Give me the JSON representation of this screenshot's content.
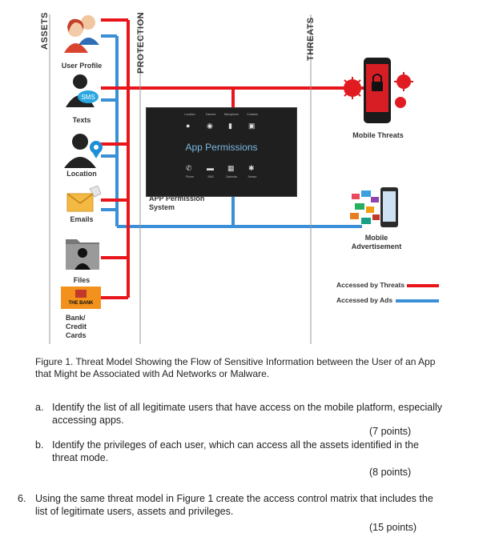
{
  "diagram": {
    "column_labels": {
      "assets": "ASSETS",
      "protection": "PROTECTION",
      "threats": "THREATS"
    },
    "assets": [
      {
        "label": "User Profile",
        "icon": "user-profile-icon"
      },
      {
        "label": "Texts",
        "icon": "texts-icon",
        "badge": "SMS"
      },
      {
        "label": "Location",
        "icon": "location-icon"
      },
      {
        "label": "Emails",
        "icon": "emails-icon"
      },
      {
        "label": "Files",
        "icon": "files-icon"
      },
      {
        "label_lines": [
          "Bank/",
          "Credit",
          "Cards"
        ],
        "icon": "bank-card-icon",
        "badge": "THE BANK"
      }
    ],
    "permission_system": {
      "panel_title": "App Permissions",
      "top_row": [
        "Location",
        "Camera",
        "Microphone",
        "Contacts"
      ],
      "bottom_row": [
        "Phone",
        "SMS",
        "Calendar",
        "Sensor"
      ],
      "label_lines": [
        "APP Permission",
        "System"
      ]
    },
    "threats": [
      {
        "label": "Mobile Threats",
        "icon": "mobile-threats-icon"
      },
      {
        "label_lines": [
          "Mobile",
          "Advertisement"
        ],
        "icon": "mobile-ads-icon"
      }
    ],
    "legend": [
      {
        "label": "Accessed by Threats",
        "color": "#e8151b"
      },
      {
        "label": "Accessed by Ads",
        "color": "#3a8fd6"
      }
    ],
    "colors": {
      "threat_line": "#e8151b",
      "ad_line": "#3a8fd6"
    }
  },
  "caption": "Figure 1.  Threat Model Showing the Flow of Sensitive Information between the User of an App that Might be Associated with Ad Networks or Malware.",
  "questions": [
    {
      "marker": "a.",
      "text": "Identify the list of all legitimate users that have access on the mobile platform, especially accessing apps.",
      "points": "(7 points)"
    },
    {
      "marker": "b.",
      "text": "Identify the privileges of each user, which can access all the assets identified in the threat mode.",
      "points": "(8 points)"
    },
    {
      "marker": "6.",
      "text": "Using the same threat model in Figure 1 create the access control matrix that includes the list of legitimate users, assets and privileges.",
      "points": "(15 points)"
    }
  ]
}
